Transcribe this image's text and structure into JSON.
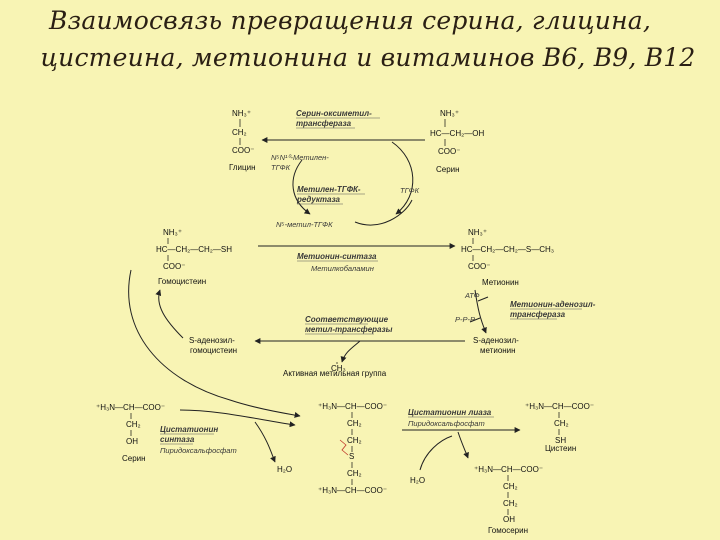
{
  "title": {
    "line1": "Взаимосвязь превращения серина, глицина,",
    "line2": "цистеина, метионина и витаминов В6, В9, В12"
  },
  "glycine": {
    "nh3": "NH₃⁺",
    "ch2": "CH₂",
    "coo": "COO⁻",
    "name": "Глицин"
  },
  "serine": {
    "nh3": "NH₃⁺",
    "chain": "HC—CH₂—OH",
    "coo": "COO⁻",
    "name": "Серин"
  },
  "enzymes": {
    "shmt_1": "Серин-оксиметил-",
    "shmt_2": "трансфераза",
    "mthfr_1": "Метилен-ТГФК-",
    "mthfr_2": "редуктаза",
    "metsyn": "Метионин-синтаза",
    "metsyn_cof": "Метилкобаламин",
    "mt_1": "Соответствующие",
    "mt_2": "метил-трансферазы",
    "mat_1": "Метионин-аденозил-",
    "mat_2": "трансфераза",
    "cbs_1": "Цистатионин",
    "cbs_2": "синтаза",
    "cbs_cof": "Пиридоксальфосфат",
    "cgl": "Цистатионин лиаза",
    "cgl_cof": "Пиридоксальфосфат"
  },
  "cofactors": {
    "methylene_thf_1": "N⁵N¹⁰-Метилен-",
    "methylene_thf_2": "ТГФК",
    "thf": "ТГФК",
    "methyl_thf": "N⁵-метил-ТГФК",
    "atp": "АТФ",
    "ppp": "P-P-P"
  },
  "homocysteine": {
    "nh3": "NH₃⁺",
    "chain": "HC—CH₂—CH₂—SH",
    "coo": "COO⁻",
    "name": "Гомоцистеин"
  },
  "methionine": {
    "nh3": "NH₃⁺",
    "chain": "HC—CH₂—CH₂—S—CH₃",
    "coo": "COO⁻",
    "name": "Метионин"
  },
  "sam": {
    "line1": "S-аденозил-",
    "line2": "метионин"
  },
  "sah": {
    "line1": "S-аденозил-",
    "line2": "гомоцистеин"
  },
  "methyl_group": {
    "ch3": "CH₃",
    "name": "Активная метильная группа"
  },
  "serine2": {
    "chain": "⁺H₃N—CH—COO⁻",
    "ch2": "CH₂",
    "oh": "OH",
    "name": "Серин"
  },
  "cystathionine": {
    "top": "⁺H₃N—CH—COO⁻",
    "ch2a": "CH₂",
    "ch2b": "CH₂",
    "s": "S",
    "ch2c": "CH₂",
    "bottom": "⁺H₃N—CH—COO⁻"
  },
  "cysteine": {
    "chain": "⁺H₃N—CH—COO⁻",
    "ch2": "CH₂",
    "sh": "SH",
    "name": "Цистеин"
  },
  "homoserine": {
    "chain": "⁺H₃N—CH—COO⁻",
    "ch2a": "CH₂",
    "ch2b": "CH₂",
    "oh": "OH",
    "name": "Гомосерин"
  },
  "water": {
    "h2o_1": "H₂O",
    "h2o_2": "H₂O"
  }
}
